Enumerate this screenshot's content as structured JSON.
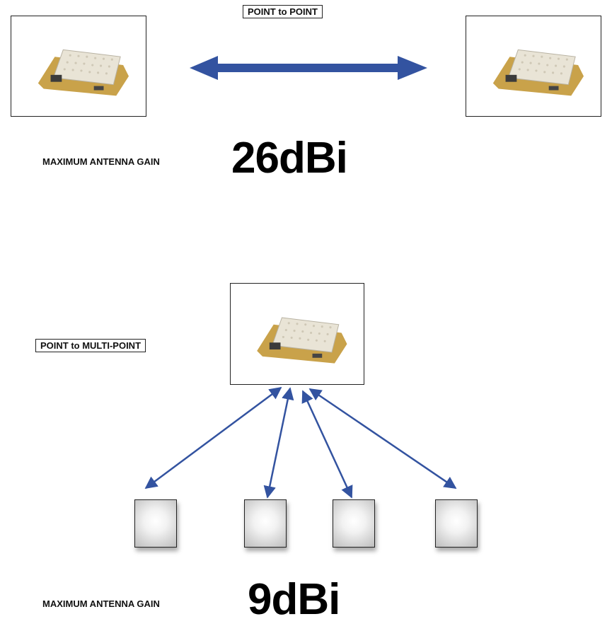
{
  "point_to_point": {
    "label": "POINT to POINT",
    "gain_caption": "MAXIMUM ANTENNA GAIN",
    "gain_value": "26dBi"
  },
  "point_to_multipoint": {
    "label": "POINT to MULTI-POINT",
    "gain_caption": "MAXIMUM ANTENNA GAIN",
    "gain_value": "9dBi",
    "client_count": 4
  },
  "colors": {
    "link_arrow": "#3353a0",
    "frame_border": "#222222",
    "board_pcb": "#c9a24a",
    "board_shield": "#e9e4d6"
  },
  "icons": {
    "radio_module": "radio-board-icon",
    "client_station": "client-station-icon",
    "link": "bidirectional-arrow-icon"
  }
}
